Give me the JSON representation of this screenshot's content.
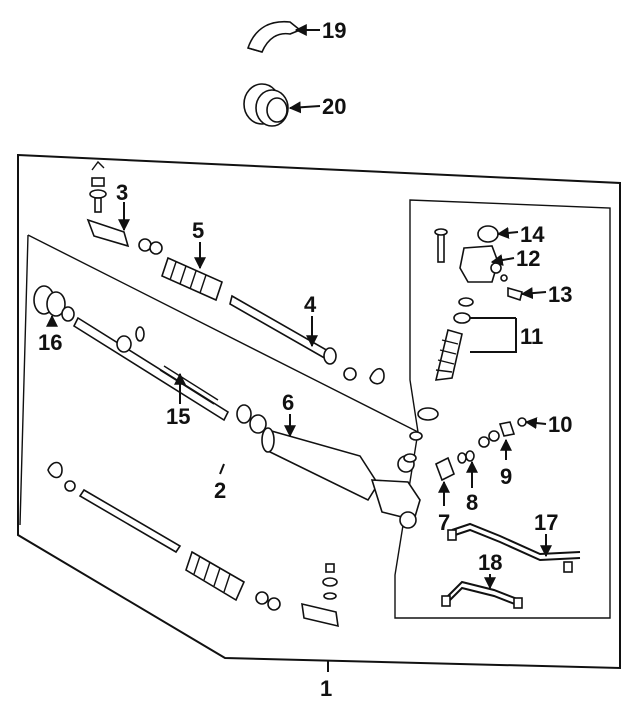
{
  "diagram": {
    "colors": {
      "ink": "#111111",
      "background": "#ffffff"
    },
    "callouts": [
      {
        "id": "1",
        "label": "1"
      },
      {
        "id": "2",
        "label": "2"
      },
      {
        "id": "3",
        "label": "3"
      },
      {
        "id": "4",
        "label": "4"
      },
      {
        "id": "5",
        "label": "5"
      },
      {
        "id": "6",
        "label": "6"
      },
      {
        "id": "7",
        "label": "7"
      },
      {
        "id": "8",
        "label": "8"
      },
      {
        "id": "9",
        "label": "9"
      },
      {
        "id": "10",
        "label": "10"
      },
      {
        "id": "11",
        "label": "11"
      },
      {
        "id": "12",
        "label": "12"
      },
      {
        "id": "13",
        "label": "13"
      },
      {
        "id": "14",
        "label": "14"
      },
      {
        "id": "15",
        "label": "15"
      },
      {
        "id": "16",
        "label": "16"
      },
      {
        "id": "17",
        "label": "17"
      },
      {
        "id": "18",
        "label": "18"
      },
      {
        "id": "19",
        "label": "19"
      },
      {
        "id": "20",
        "label": "20"
      }
    ]
  }
}
